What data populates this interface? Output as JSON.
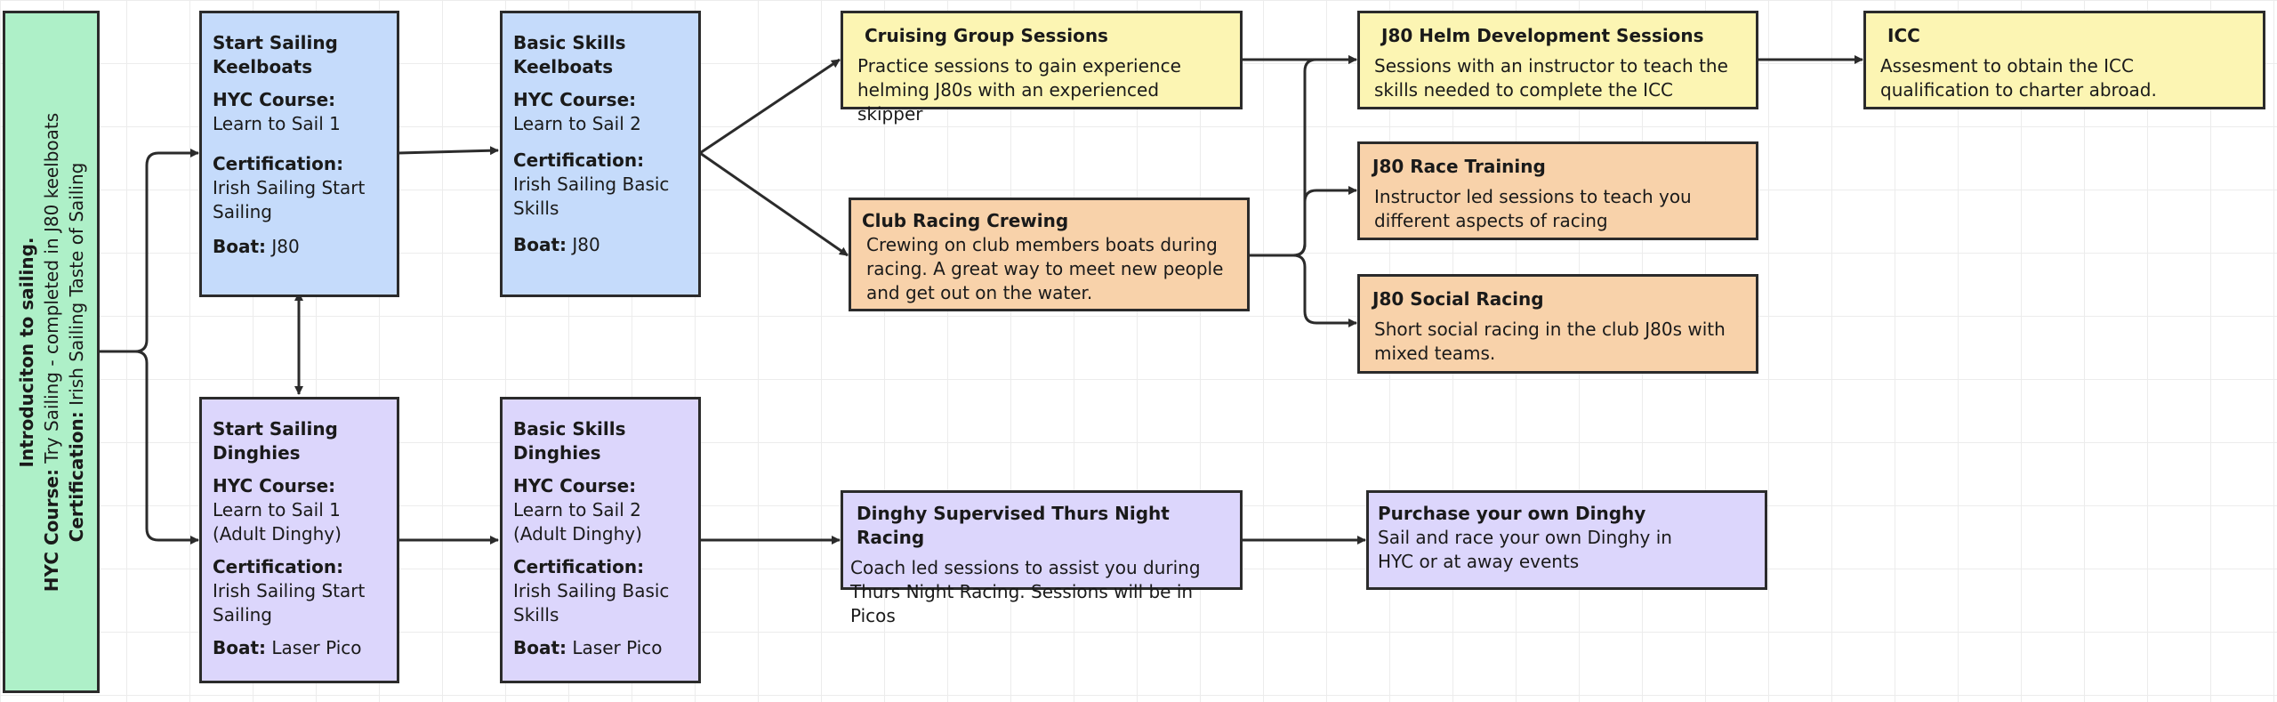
{
  "intro": {
    "title": "Introduciton to sailing.",
    "hyc_label": "HYC Course:",
    "hyc_value": "Try Sailing - completed in J80 keelboats",
    "cert_label": "Certification:",
    "cert_value": "Irish Sailing Taste of Sailing"
  },
  "start_keel": {
    "title": "Start Sailing Keelboats",
    "course_label": "HYC Course:",
    "course_value": "Learn to Sail 1",
    "cert_label": "Certification:",
    "cert_value": "Irish Sailing Start Sailing",
    "boat_label": "Boat:",
    "boat_value": "J80"
  },
  "basic_keel": {
    "title": "Basic Skills Keelboats",
    "course_label": "HYC Course:",
    "course_value": "Learn to Sail 2",
    "cert_label": "Certification:",
    "cert_value": "Irish Sailing Basic Skills",
    "boat_label": "Boat:",
    "boat_value": "J80"
  },
  "start_dinghy": {
    "title": "Start Sailing Dinghies",
    "course_label": "HYC Course:",
    "course_value": "Learn to Sail 1 (Adult Dinghy)",
    "cert_label": "Certification:",
    "cert_value": "Irish Sailing Start Sailing",
    "boat_label": "Boat:",
    "boat_value": "Laser Pico"
  },
  "basic_dinghy": {
    "title": "Basic Skills Dinghies",
    "course_label": "HYC Course:",
    "course_value": "Learn to Sail 2 (Adult Dinghy)",
    "cert_label": "Certification:",
    "cert_value": "Irish Sailing Basic Skills",
    "boat_label": "Boat:",
    "boat_value": "Laser Pico"
  },
  "cruising": {
    "title": "Cruising Group Sessions",
    "desc": "Practice sessions to gain experience helming J80s with an experienced skipper"
  },
  "club_racing": {
    "title": "Club Racing Crewing",
    "desc": "Crewing on club members boats during racing. A great way to meet new people and get out on the water."
  },
  "helm": {
    "title": "J80 Helm Development Sessions",
    "desc": "Sessions with an instructor to teach the skills needed to complete the ICC"
  },
  "icc": {
    "title": "ICC",
    "desc": "Assesment to obtain the ICC qualification to charter abroad."
  },
  "race_training": {
    "title": "J80 Race Training",
    "desc": "Instructor led sessions to teach you different aspects of racing"
  },
  "social_racing": {
    "title": "J80 Social Racing",
    "desc": "Short social racing in the club J80s with mixed teams."
  },
  "dinghy_racing": {
    "title": "Dinghy Supervised Thurs Night Racing",
    "desc": "Coach led sessions to assist you during Thurs Night Racing. Sessions will be in Picos"
  },
  "purchase": {
    "title": "Purchase your own Dinghy",
    "desc": "Sail and race your own Dinghy in HYC or at away events"
  },
  "colors": {
    "green": "#aef0c8",
    "blue": "#c5dbfb",
    "purple": "#dcd6fc",
    "yellow": "#fcf5b3",
    "orange": "#f8d2aa",
    "border": "#2b2b2b"
  }
}
